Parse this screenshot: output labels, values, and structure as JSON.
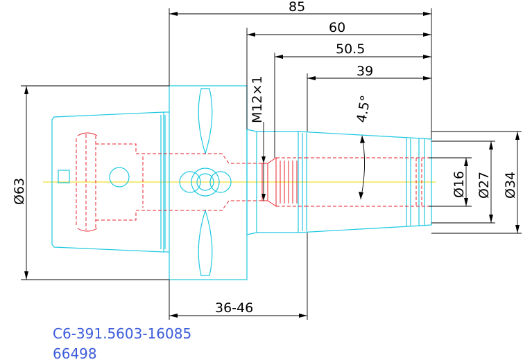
{
  "dimensions": {
    "overall_length": "85",
    "length_60": "60",
    "length_50_5": "50.5",
    "length_39": "39",
    "thread": "M12×1",
    "taper_angle": "4.5°",
    "diameter_63": "Ø63",
    "diameter_16": "Ø16",
    "diameter_27": "Ø27",
    "diameter_34": "Ø34",
    "adjust_range": "36-46"
  },
  "part": {
    "code": "C6-391.5603-16085",
    "number": "66498"
  },
  "colors": {
    "outline": "#1ec8e0",
    "hidden": "#e8202a",
    "centerline": "#f0e030",
    "dimension": "#000000",
    "part_text": "#3b5bdb"
  }
}
